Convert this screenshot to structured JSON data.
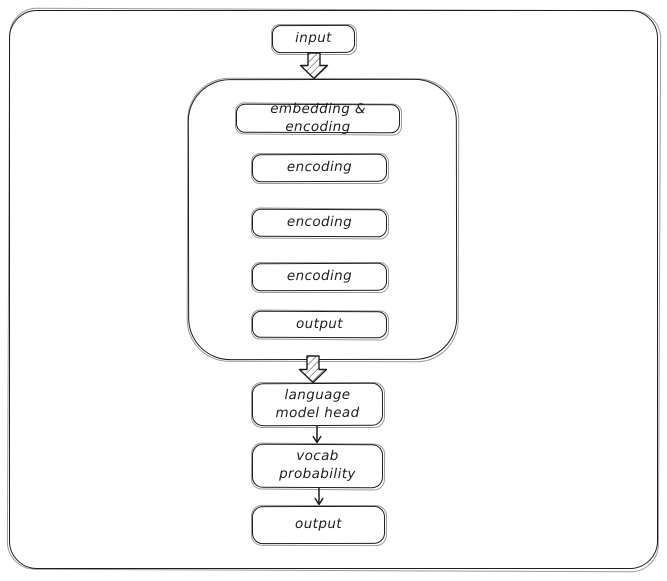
{
  "colors": {
    "stroke": "#1e1e1e",
    "background": "#ffffff",
    "shape_fill": "#ffffff"
  },
  "nodes": {
    "input": {
      "label": "input"
    },
    "embedding_encoding": {
      "label": "embedding & encoding"
    },
    "encoding_1": {
      "label": "encoding"
    },
    "encoding_2": {
      "label": "encoding"
    },
    "encoding_3": {
      "label": "encoding"
    },
    "encoder_output": {
      "label": "output"
    },
    "language_model_head": {
      "label": "language\nmodel head"
    },
    "vocab_probability": {
      "label": "vocab\nprobability"
    },
    "final_output": {
      "label": "output"
    }
  },
  "edges": [
    {
      "from": "input",
      "to": "encoder-container",
      "style": "block-arrow-hatched",
      "direction": "down"
    },
    {
      "from": "encoder-container",
      "to": "language_model_head",
      "style": "block-arrow-hatched",
      "direction": "down"
    },
    {
      "from": "language_model_head",
      "to": "vocab_probability",
      "style": "thin-arrow",
      "direction": "down"
    },
    {
      "from": "vocab_probability",
      "to": "final_output",
      "style": "thin-arrow",
      "direction": "down"
    }
  ]
}
